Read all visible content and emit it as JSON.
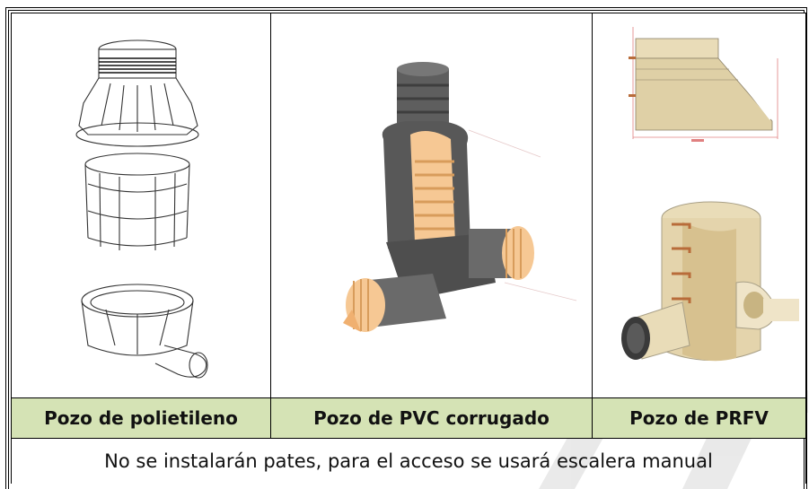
{
  "table": {
    "captions": [
      "Pozo de polietileno",
      "Pozo de PVC corrugado",
      "Pozo de PRFV"
    ],
    "note": "No se instalarán pates, para el acceso se usará escalera manual"
  },
  "images": {
    "col1": "polyethylene-manhole-exploded-drawing",
    "col2": "corrugated-pvc-manhole-cutaway",
    "col3_top": "frp-manhole-cone-drawing",
    "col3_bottom": "frp-manhole-cutaway"
  },
  "colors": {
    "caption_bg": "#d5e3b5",
    "pvc_grey": "#5e5e5e",
    "pvc_orange": "#f6c894",
    "frp_beige": "#e9dcb8"
  }
}
